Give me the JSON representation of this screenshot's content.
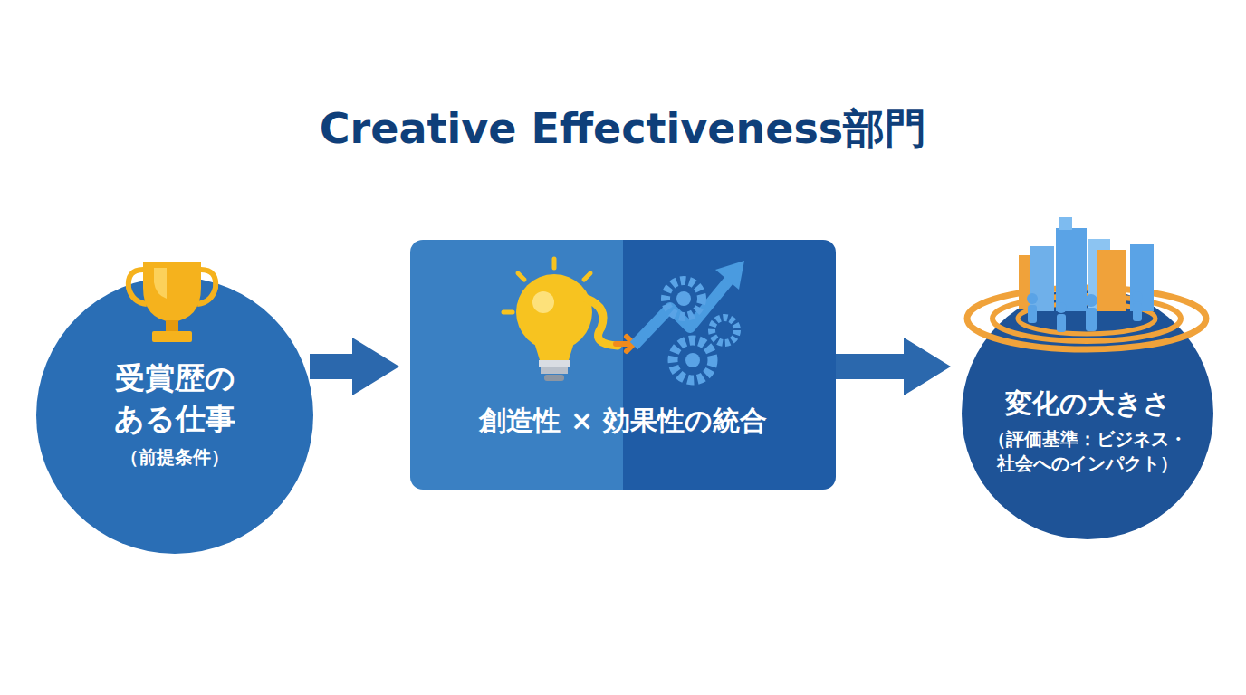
{
  "diagram": {
    "title": "Creative Effectiveness部門",
    "nodes": [
      {
        "text": [
          "受賞歴の ある仕事",
          "（前提条件）"
        ]
      },
      {
        "text": [
          "創造性 × 効果性の統合"
        ]
      },
      {
        "text": [
          "変化の大きさ",
          "（評価基準：ビジネス・ 社会へのインパクト）"
        ]
      }
    ],
    "edges": [
      {
        "from": 0,
        "to": 1,
        "arrow": "to"
      },
      {
        "from": 1,
        "to": 2,
        "arrow": "to"
      }
    ]
  }
}
